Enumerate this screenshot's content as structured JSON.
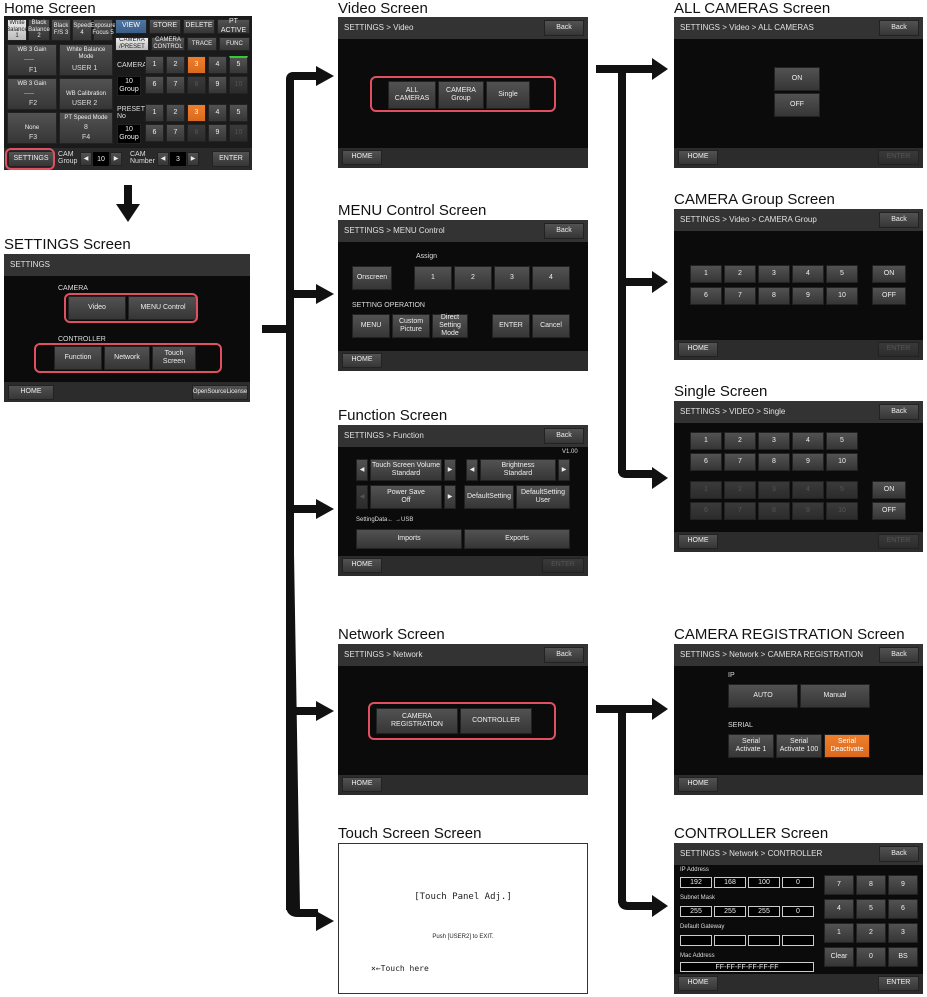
{
  "captions": {
    "home": "Home Screen",
    "settings": "SETTINGS Screen",
    "video": "Video Screen",
    "menu_control": "MENU Control Screen",
    "function": "Function Screen",
    "network": "Network Screen",
    "touch_screen": "Touch Screen Screen",
    "all_cameras": "ALL CAMERAS Screen",
    "camera_group": "CAMERA Group Screen",
    "single": "Single Screen",
    "camera_registration": "CAMERA REGISTRATION Screen",
    "controller": "CONTROLLER Screen"
  },
  "common": {
    "back": "Back",
    "home": "HOME",
    "enter": "ENTER",
    "on": "ON",
    "off": "OFF"
  },
  "home": {
    "tabs": [
      "White Balance 1",
      "Black Balance 2",
      "Black F/S 3",
      "Speed 4",
      "Exposure Focus 5"
    ],
    "top_buttons": [
      "VIEW",
      "STORE",
      "DELETE",
      "PT ACTIVE"
    ],
    "sub_tabs": [
      "CAMERA /PRESET",
      "CAMERA CONTROL",
      "TRACE",
      "FUNC"
    ],
    "left_cells": [
      {
        "title": "WB 3 Gain",
        "value": "-----",
        "key": "F1"
      },
      {
        "title": "White Balance Mode",
        "value": "USER 1",
        "key": ""
      },
      {
        "title": "WB 3 Gain",
        "value": "-----",
        "key": "F2"
      },
      {
        "title": "WB Calibration",
        "value": "USER 2",
        "key": ""
      },
      {
        "title": "None",
        "value": "",
        "key": "F3"
      },
      {
        "title": "PT Speed Mode",
        "value": "8",
        "key": "F4"
      }
    ],
    "camera_label": "CAMERA",
    "camera_group": "10\nGroup",
    "preset_label": "PRESET\nNo",
    "preset_group": "10\nGroup",
    "numbers_row1": [
      "1",
      "2",
      "3",
      "4",
      "5"
    ],
    "numbers_row2": [
      "6",
      "7",
      "8",
      "9",
      "10"
    ],
    "settings": "SETTINGS",
    "cam_group_label": "CAM\nGroup",
    "cam_group_value": "10",
    "cam_number_label": "CAM\nNumber",
    "cam_number_value": "3",
    "enter": "ENTER"
  },
  "settings": {
    "title": "SETTINGS",
    "camera_label": "CAMERA",
    "video": "Video",
    "menu_control": "MENU Control",
    "controller_label": "CONTROLLER",
    "function": "Function",
    "network": "Network",
    "touch_screen": "Touch Screen",
    "home": "HOME",
    "license": "OpenSourceLicense"
  },
  "video": {
    "breadcrumb": "SETTINGS > Video",
    "all_cameras": "ALL CAMERAS",
    "camera_group": "CAMERA\nGroup",
    "single": "Single"
  },
  "menu_control": {
    "breadcrumb": "SETTINGS > MENU Control",
    "onscreen": "Onscreen",
    "assign_label": "Assign",
    "assign": [
      "1",
      "2",
      "3",
      "4"
    ],
    "setting_operation": "SETTING OPERATION",
    "menu": "MENU",
    "custom_picture": "Custom\nPicture",
    "direct_setting": "Direct\nSetting\nMode",
    "enter": "ENTER",
    "cancel": "Cancel"
  },
  "function": {
    "breadcrumb": "SETTINGS > Function",
    "version": "V1.00",
    "touch_volume": "Touch Screen Volume\nStandard",
    "brightness": "Brightness\nStandard",
    "power_save": "Power Save\nOff",
    "default_setting": "DefaultSetting",
    "default_setting_user": "DefaultSetting\nUser",
    "setting_data": "SettingData← →USB",
    "imports": "Imports",
    "exports": "Exports"
  },
  "network": {
    "breadcrumb": "SETTINGS > Network",
    "camera_registration": "CAMERA\nREGISTRATION",
    "controller": "CONTROLLER"
  },
  "touch": {
    "title": "[Touch Panel Adj.]",
    "instruction": "Push [USER2] to EXIT.",
    "touch_here": "×←Touch here"
  },
  "all_cameras": {
    "breadcrumb": "SETTINGS > Video > ALL CAMERAS"
  },
  "camera_group": {
    "breadcrumb": "SETTINGS > Video > CAMERA Group",
    "nums": [
      "1",
      "2",
      "3",
      "4",
      "5",
      "6",
      "7",
      "8",
      "9",
      "10"
    ]
  },
  "single": {
    "breadcrumb": "SETTINGS > VIDEO > Single",
    "nums": [
      "1",
      "2",
      "3",
      "4",
      "5",
      "6",
      "7",
      "8",
      "9",
      "10"
    ]
  },
  "registration": {
    "breadcrumb": "SETTINGS > Network > CAMERA REGISTRATION",
    "ip_label": "IP",
    "auto": "AUTO",
    "manual": "Manual",
    "serial_label": "SERIAL",
    "serial_1": "Serial\nActivate 1",
    "serial_100": "Serial\nActivate 100",
    "serial_deactivate": "Serial\nDeactivate"
  },
  "controller": {
    "breadcrumb": "SETTINGS > Network > CONTROLLER",
    "ip_label": "IP Address",
    "ip": [
      "192",
      "168",
      "100",
      "0"
    ],
    "subnet_label": "Subnet Mask",
    "subnet": [
      "255",
      "255",
      "255",
      "0"
    ],
    "gateway_label": "Default Gateway",
    "gateway": [
      "",
      "",
      "",
      ""
    ],
    "mac_label": "Mac Address",
    "mac": "FF-FF-FF-FF-FF-FF",
    "keypad": [
      "7",
      "8",
      "9",
      "4",
      "5",
      "6",
      "1",
      "2",
      "3",
      "Clear",
      "0",
      "BS"
    ]
  }
}
